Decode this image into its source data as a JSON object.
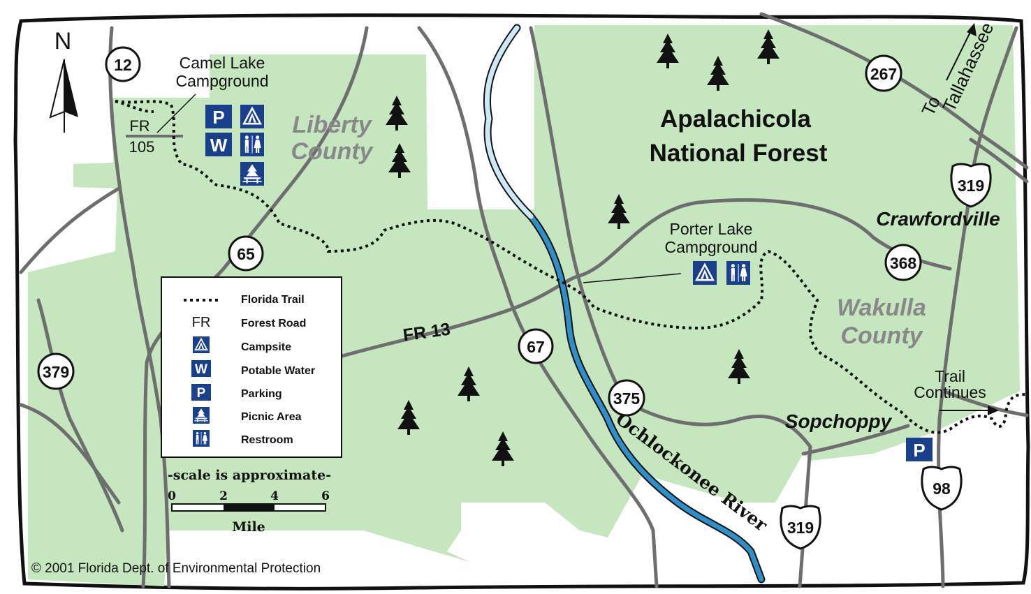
{
  "map": {
    "north_label": "N",
    "forest_name_line1": "Apalachicola",
    "forest_name_line2": "National Forest",
    "counties": [
      {
        "line1": "Liberty",
        "line2": "County"
      },
      {
        "line1": "Wakulla",
        "line2": "County"
      }
    ],
    "towns": [
      "Crawfordville",
      "Sopchoppy"
    ],
    "campgrounds": [
      {
        "line1": "Camel Lake",
        "line2": "Campground"
      },
      {
        "line1": "Porter Lake",
        "line2": "Campground"
      }
    ],
    "forest_roads": [
      {
        "line1": "FR",
        "line2": "105"
      },
      {
        "line1": "FR 13"
      }
    ],
    "river": "Ochlockonee River",
    "direction": {
      "line1": "To",
      "line2": "Tallahassee"
    },
    "trail_continues": {
      "line1": "Trail",
      "line2": "Continues"
    },
    "state_roads": [
      "12",
      "65",
      "379",
      "67",
      "375",
      "267",
      "368"
    ],
    "us_highways": [
      "319",
      "319",
      "98"
    ],
    "copyright": "© 2001 Florida Dept. of Environmental Protection",
    "colors": {
      "land": "#c6e6c0",
      "road": "#6e6e6e",
      "river": "#2f8fc8",
      "icon_blue": "#1a3f8c",
      "county_text": "#888888"
    }
  },
  "legend": {
    "items": [
      {
        "symbol": "....",
        "label": "Florida Trail",
        "icon": "dotted-line-icon"
      },
      {
        "symbol": "FR",
        "label": "Forest Road",
        "icon": "fr-text"
      },
      {
        "symbol": "",
        "label": "Campsite",
        "icon": "tent-icon"
      },
      {
        "symbol": "W",
        "label": "Potable Water",
        "icon": "water-icon"
      },
      {
        "symbol": "P",
        "label": "Parking",
        "icon": "parking-icon"
      },
      {
        "symbol": "",
        "label": "Picnic Area",
        "icon": "picnic-icon"
      },
      {
        "symbol": "",
        "label": "Restroom",
        "icon": "restroom-icon"
      }
    ]
  },
  "scale": {
    "note": "-scale is approximate-",
    "ticks": [
      "0",
      "2",
      "4",
      "6"
    ],
    "unit": "Mile"
  }
}
